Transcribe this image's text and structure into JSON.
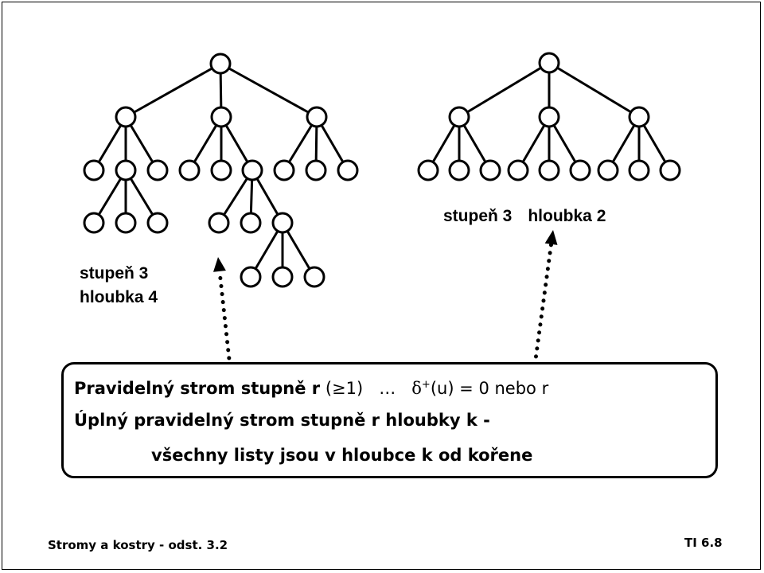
{
  "left_tree": {
    "caption_line1": "stupeň 3",
    "caption_line2": "hloubka 4"
  },
  "right_tree": {
    "caption_degree": "stupeň 3",
    "caption_depth": "hloubka 2"
  },
  "definition": {
    "line1_bold": "Pravidelný strom stupně r",
    "line1_cond_open": "(",
    "line1_geq": "≥",
    "line1_cond_value": "1)",
    "line1_ellipsis": "…",
    "line1_delta": "δ",
    "line1_plus": "+",
    "line1_formula": "(u) = 0 nebo r",
    "line2": "Úplný pravidelný strom stupně r hloubky k  -",
    "line3": "všechny listy jsou v hloubce k od kořene"
  },
  "footer": {
    "left": "Stromy a kostry - odst. 3.2",
    "right": "TI 6.8"
  }
}
